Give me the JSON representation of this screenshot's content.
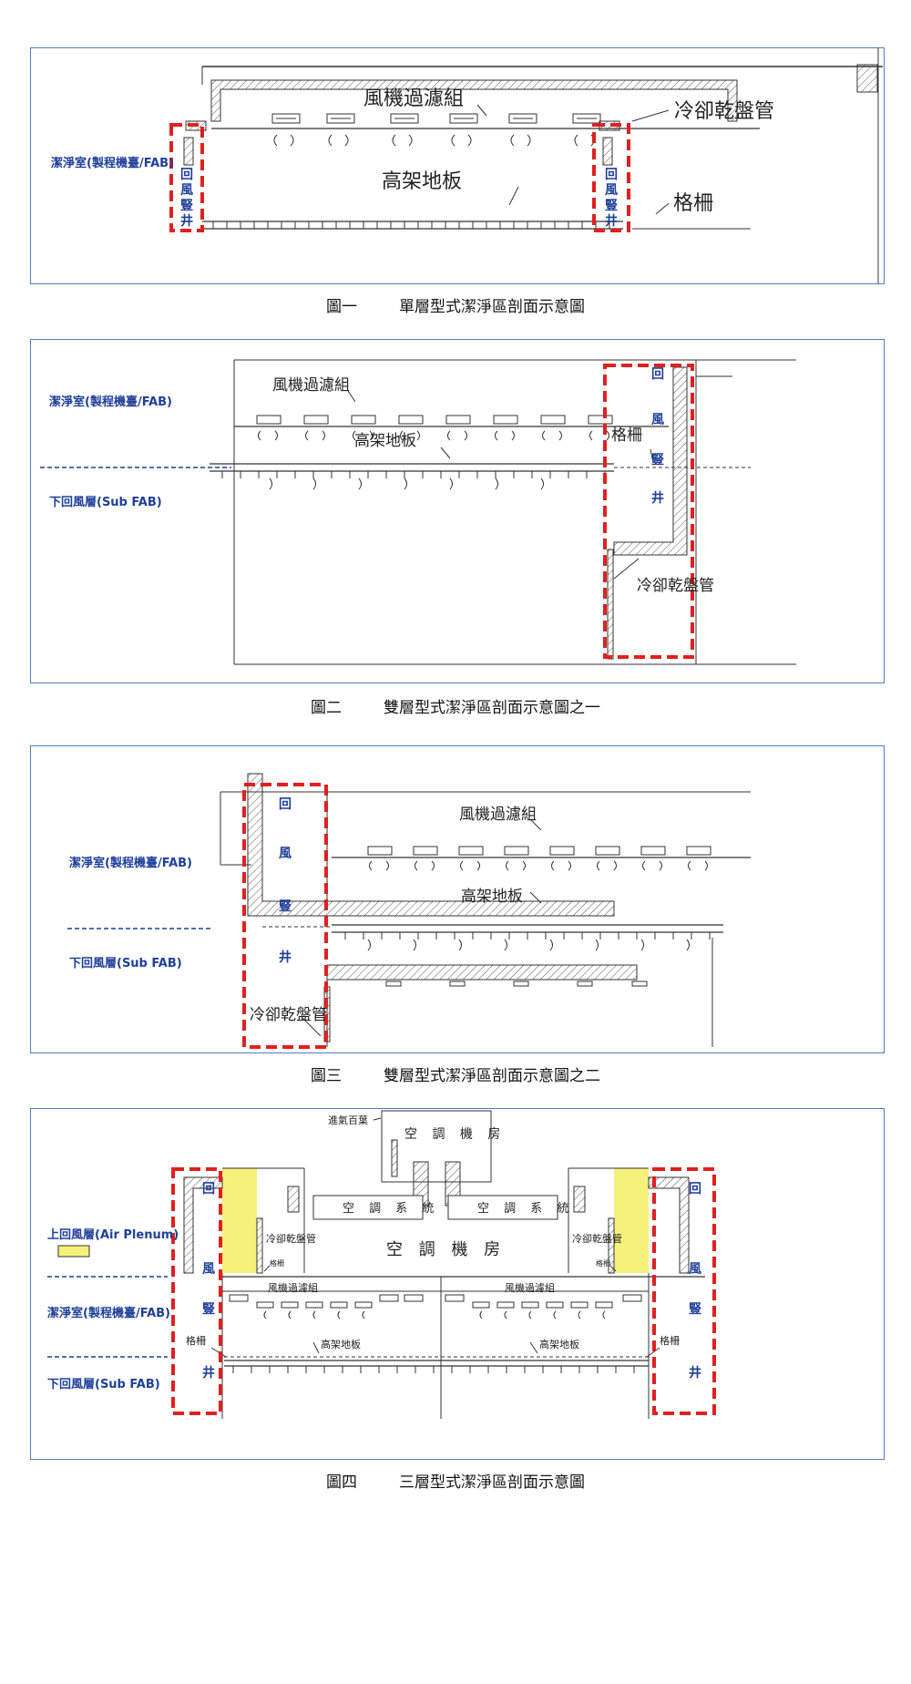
{
  "figure1": {
    "caption_num": "圖一",
    "caption_text": "單層型式潔淨區剖面示意圖",
    "room_label": "潔淨室(製程機臺/FAB)",
    "ffu_label": "風機過濾組",
    "dcc_label": "冷卻乾盤管",
    "floor_label": "高架地板",
    "grating_label": "格柵",
    "shaft_chars": [
      "回",
      "風",
      "豎",
      "井"
    ]
  },
  "figure2": {
    "caption_num": "圖二",
    "caption_text": "雙層型式潔淨區剖面示意圖之一",
    "room_label": "潔淨室(製程機臺/FAB)",
    "sub_label": "下回風層(Sub FAB)",
    "ffu_label": "風機過濾組",
    "floor_label": "高架地板",
    "grating_label": "格柵",
    "dcc_label": "冷卻乾盤管",
    "shaft_chars": [
      "回",
      "風",
      "豎",
      "井"
    ]
  },
  "figure3": {
    "caption_num": "圖三",
    "caption_text": "雙層型式潔淨區剖面示意圖之二",
    "room_label": "潔淨室(製程機臺/FAB)",
    "sub_label": "下回風層(Sub FAB)",
    "ffu_label": "風機過濾組",
    "floor_label": "高架地板",
    "dcc_label": "冷卻乾盤管",
    "shaft_chars": [
      "回",
      "風",
      "豎",
      "井"
    ]
  },
  "figure4": {
    "caption_num": "圖四",
    "caption_text": "三層型式潔淨區剖面示意圖",
    "plenum_label": "上回風層(Air Plenum)",
    "room_label": "潔淨室(製程機臺/FAB)",
    "sub_label": "下回風層(Sub FAB)",
    "fresh_air_label": "進氣百葉",
    "ahu_room_label": "空 調 機 房",
    "ahu_system_label": "空 調 系 統",
    "dcc_label": "冷卻乾盤管",
    "grating_label": "格柵",
    "ffu_label": "風機過濾組",
    "floor_label": "高架地板",
    "shaft_chars": [
      "回",
      "風",
      "豎",
      "井"
    ]
  },
  "colors": {
    "panel_border": "#4f7fc1",
    "highlight_red": "#e02020",
    "plenum_yellow": "#f6f17a",
    "label_blue": "#1f3f9a"
  }
}
